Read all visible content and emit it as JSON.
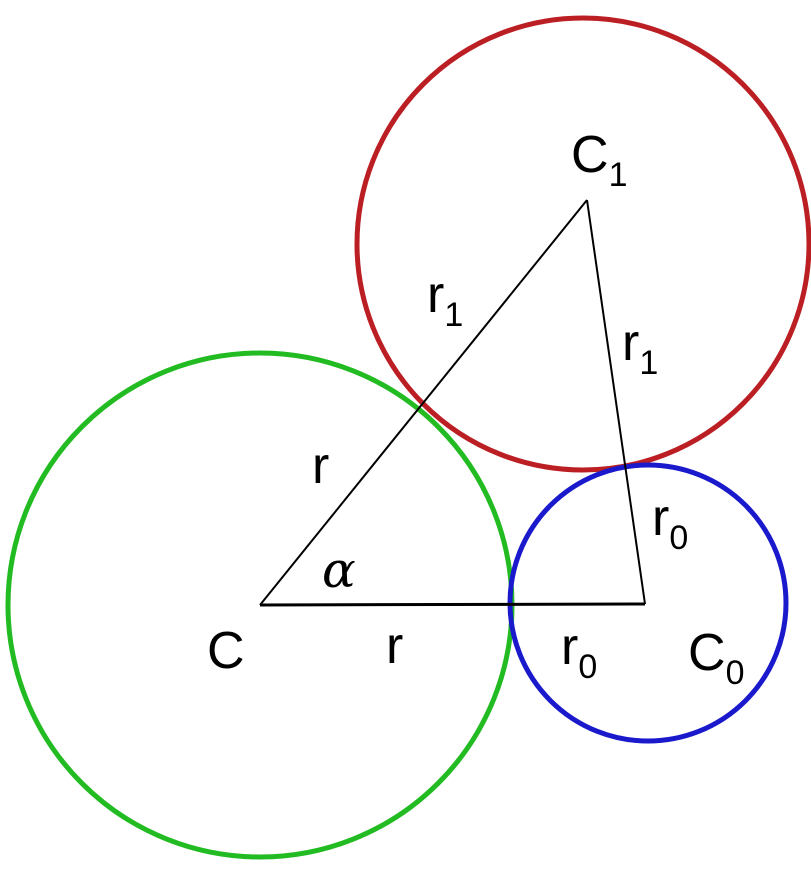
{
  "colors": {
    "circle_c": "#22bb22",
    "circle_c1": "#bb1f24",
    "circle_c0": "#1a1acc",
    "triangle": "#000000"
  },
  "labels": {
    "center_c": "C",
    "center_c1_base": "C",
    "center_c1_sub": "1",
    "center_c0_base": "C",
    "center_c0_sub": "0",
    "radius_r_upper": "r",
    "radius_r_lower": "r",
    "radius_r1_left_base": "r",
    "radius_r1_left_sub": "1",
    "radius_r1_right_base": "r",
    "radius_r1_right_sub": "1",
    "radius_r0_right_base": "r",
    "radius_r0_right_sub": "0",
    "radius_r0_bottom_base": "r",
    "radius_r0_bottom_sub": "0",
    "angle_alpha": "α"
  }
}
